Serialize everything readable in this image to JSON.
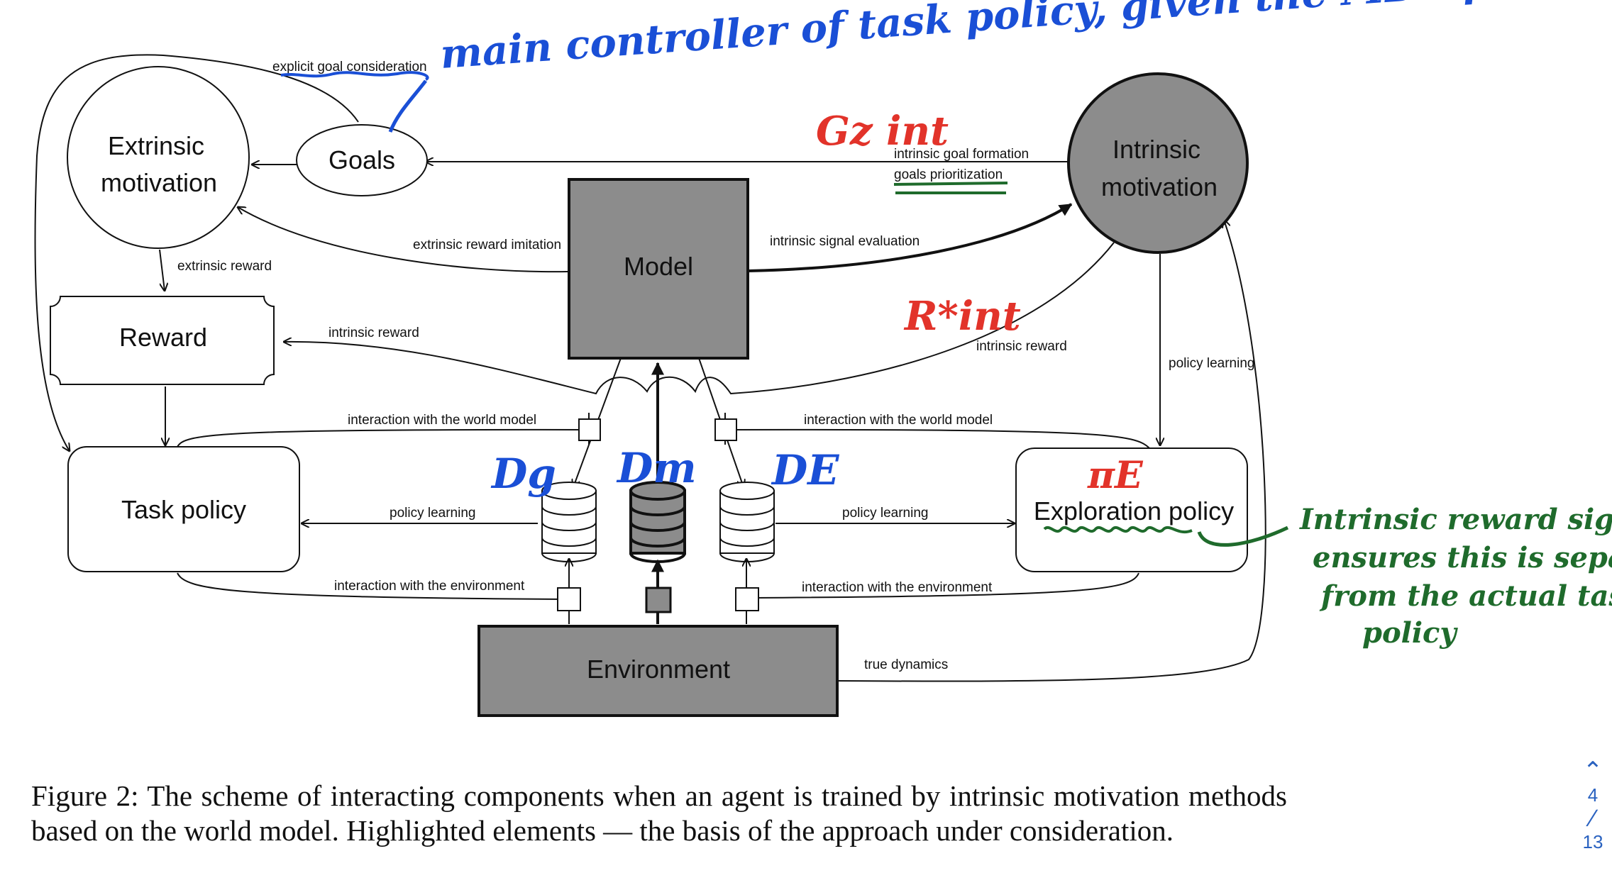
{
  "nodes": {
    "extrinsic_motivation": [
      "Extrinsic",
      "motivation"
    ],
    "goals": "Goals",
    "model": "Model",
    "intrinsic_motivation": [
      "Intrinsic",
      "motivation"
    ],
    "reward": "Reward",
    "task_policy": "Task policy",
    "exploration_policy": "Exploration policy",
    "environment": "Environment"
  },
  "edges": {
    "explicit_goal_consideration": "explicit goal consideration",
    "intrinsic_goal_formation": "intrinsic goal formation",
    "goals_prioritization": "goals prioritization",
    "extrinsic_reward_imitation": "extrinsic reward imitation",
    "intrinsic_signal_evaluation": "intrinsic signal evaluation",
    "extrinsic_reward": "extrinsic reward",
    "intrinsic_reward_left": "intrinsic reward",
    "intrinsic_reward_right": "intrinsic reward",
    "policy_learning_right_top": "policy learning",
    "interaction_world_model_left": "interaction with the world model",
    "interaction_world_model_right": "interaction with the world model",
    "policy_learning_left": "policy learning",
    "policy_learning_right": "policy learning",
    "interaction_env_left": "interaction with the environment",
    "interaction_env_right": "interaction with the environment",
    "true_dynamics": "true dynamics"
  },
  "annotations": {
    "blue_note": "main controller of task policy, given the MDP problem",
    "d_g": "Dg",
    "d_m": "Dm",
    "d_e": "DE",
    "g_int": "Gz int",
    "r_int": "R*int",
    "pi_e": "πE",
    "green_note": [
      "Intrinsic reward signal",
      "ensures this is separate",
      "from the actual task",
      "policy"
    ]
  },
  "caption": "Figure 2: The scheme of interacting components when an agent is trained by intrinsic motivation methods based on the world model. Highlighted elements — the basis of the approach under consideration.",
  "pager": {
    "current": "4",
    "total": "13",
    "up_icon": "chevron-up"
  },
  "colors": {
    "highlight_fill": "#8c8c8c",
    "blue_ink": "#1a4fd6",
    "red_ink": "#e2332a",
    "green_ink": "#1f6b2c",
    "pager": "#2a62c0"
  }
}
